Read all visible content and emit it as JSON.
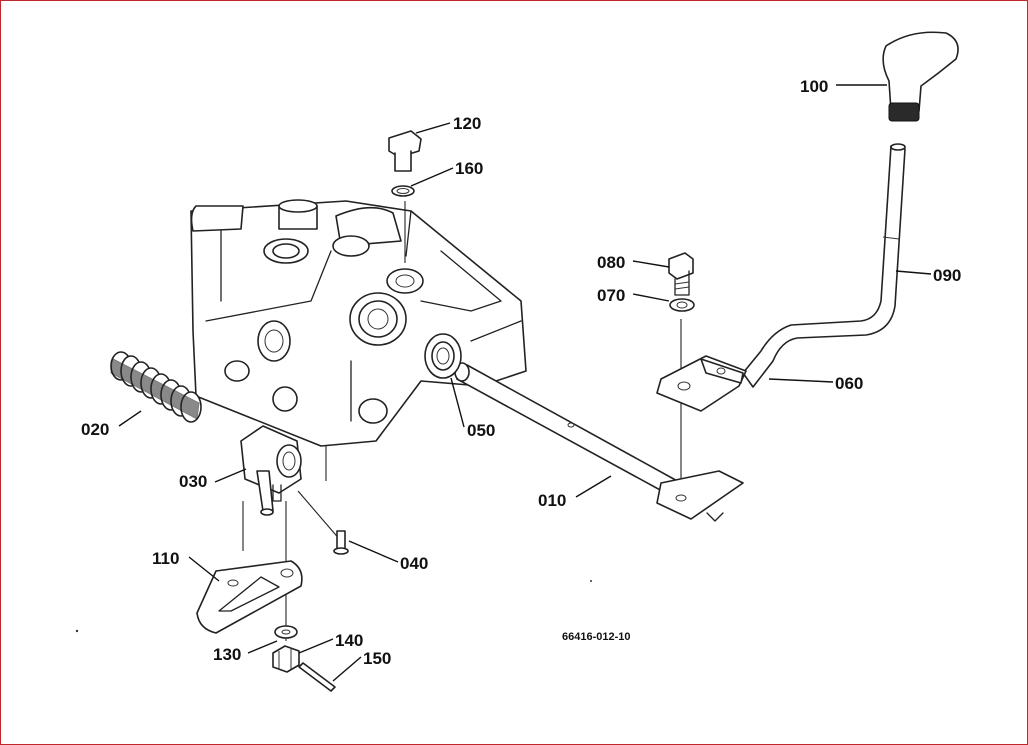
{
  "labels": {
    "p010": "010",
    "p020": "020",
    "p030": "030",
    "p040": "040",
    "p050": "050",
    "p060": "060",
    "p070": "070",
    "p080": "080",
    "p090": "090",
    "p100": "100",
    "p110": "110",
    "p120": "120",
    "p130": "130",
    "p140": "140",
    "p150": "150",
    "p160": "160"
  },
  "drawing_code": "66416-012-10",
  "colors": {
    "frame": "#c0272d",
    "ink": "#222222"
  }
}
